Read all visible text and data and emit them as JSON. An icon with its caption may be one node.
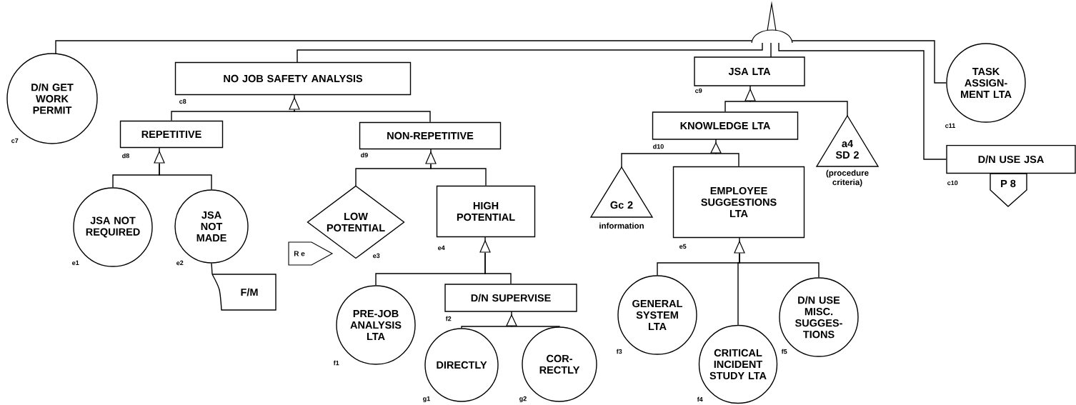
{
  "diagram": {
    "nodes": [
      {
        "text": [
          "D/N GET WORK PERMIT"
        ],
        "beside": [
          "c7"
        ]
      },
      {
        "text": [
          "NO JOB SAFETY ANALYSIS"
        ],
        "beside": [
          "c8"
        ]
      },
      {
        "text": [
          "JSA LTA"
        ],
        "beside": [
          "c9"
        ]
      },
      {
        "text": [
          "TASK ASSIGN- MENT LTA"
        ],
        "beside": [
          "c11"
        ]
      },
      {
        "text": [
          "REPETITIVE"
        ],
        "beside": [
          "d8"
        ]
      },
      {
        "text": [
          "NON-REPETITIVE"
        ],
        "beside": [
          "d9"
        ]
      },
      {
        "text": [
          "KNOWLEDGE LTA"
        ],
        "beside": [
          "d10"
        ]
      },
      {
        "text": [
          "a4 SD 2"
        ],
        "beside": [
          "(procedure criteria)"
        ]
      },
      {
        "text": [
          "D/N USE JSA"
        ],
        "beside": [
          "c10"
        ]
      },
      {
        "text": [
          "P 8"
        ]
      },
      {
        "text": [
          "JSA NOT REQUIRED"
        ],
        "beside": [
          "e1"
        ]
      },
      {
        "text": [
          "JSA NOT MADE"
        ],
        "beside": [
          "e2"
        ]
      },
      {
        "text": [
          "LOW POTENTIAL"
        ],
        "beside": [
          "e3"
        ]
      },
      {
        "text": [
          "HIGH POTENTIAL"
        ],
        "beside": [
          "e4"
        ]
      },
      {
        "text": [
          "Gc 2"
        ],
        "beside": [
          "information"
        ]
      },
      {
        "text": [
          "EMPLOYEE SUGGESTIONS LTA"
        ],
        "beside": [
          "e5"
        ]
      },
      {
        "text": [
          "R e"
        ]
      },
      {
        "text": [
          "F/M"
        ]
      },
      {
        "text": [
          "PRE-JOB ANALYSIS LTA"
        ],
        "beside": [
          "f1"
        ]
      },
      {
        "text": [
          "D/N SUPERVISE"
        ],
        "beside": [
          "f2"
        ]
      },
      {
        "text": [
          "GENERAL SYSTEM LTA"
        ],
        "beside": [
          "f3"
        ]
      },
      {
        "text": [
          "D/N USE MISC. SUGGES- TIONS"
        ],
        "beside": [
          "f5"
        ]
      },
      {
        "text": [
          "DIRECTLY"
        ],
        "beside": [
          "g1"
        ]
      },
      {
        "text": [
          "COR- RECTLY"
        ],
        "beside": [
          "g2"
        ]
      },
      {
        "text": [
          "CRITICAL INCIDENT STUDY LTA"
        ],
        "beside": [
          "f4"
        ]
      },
      {
        "text": [],
        "shape": "gate"
      },
      {
        "text": [],
        "shape": "gate"
      },
      {
        "text": [],
        "shape": "gate"
      },
      {
        "text": [],
        "shape": "gate"
      },
      {
        "text": [],
        "shape": "gate"
      },
      {
        "text": [],
        "shape": "gate"
      },
      {
        "text": [],
        "shape": "gate"
      },
      {
        "text": [],
        "shape": "gate"
      },
      {
        "text": [],
        "shape": "gate"
      }
    ],
    "edges": [
      {
        "from": 25,
        "to": 0,
        "arrow": "none"
      },
      {
        "from": 25,
        "to": 1,
        "arrow": "none"
      },
      {
        "from": 25,
        "to": 2,
        "arrow": "none"
      },
      {
        "from": 25,
        "to": 3,
        "arrow": "none"
      },
      {
        "from": 25,
        "to": 8,
        "arrow": "none"
      },
      {
        "from": 1,
        "to": 26,
        "arrow": "none"
      },
      {
        "from": 26,
        "to": 4,
        "arrow": "none"
      },
      {
        "from": 26,
        "to": 5,
        "arrow": "none"
      },
      {
        "from": 2,
        "to": 27,
        "arrow": "none"
      },
      {
        "from": 27,
        "to": 6,
        "arrow": "none"
      },
      {
        "from": 27,
        "to": 7,
        "arrow": "none"
      },
      {
        "from": 4,
        "to": 28,
        "arrow": "none"
      },
      {
        "from": 28,
        "to": 10,
        "arrow": "none"
      },
      {
        "from": 28,
        "to": 11,
        "arrow": "none"
      },
      {
        "from": 5,
        "to": 29,
        "arrow": "none"
      },
      {
        "from": 29,
        "to": 12,
        "arrow": "none"
      },
      {
        "from": 29,
        "to": 13,
        "arrow": "none"
      },
      {
        "from": 6,
        "to": 30,
        "arrow": "none"
      },
      {
        "from": 30,
        "to": 14,
        "arrow": "none"
      },
      {
        "from": 30,
        "to": 15,
        "arrow": "none"
      },
      {
        "from": 11,
        "to": 17,
        "arrow": "none"
      },
      {
        "from": 13,
        "to": 31,
        "arrow": "none"
      },
      {
        "from": 31,
        "to": 18,
        "arrow": "none"
      },
      {
        "from": 31,
        "to": 19,
        "arrow": "none"
      },
      {
        "from": 15,
        "to": 32,
        "arrow": "none"
      },
      {
        "from": 32,
        "to": 20,
        "arrow": "none"
      },
      {
        "from": 32,
        "to": 24,
        "arrow": "none"
      },
      {
        "from": 32,
        "to": 21,
        "arrow": "none"
      },
      {
        "from": 19,
        "to": 33,
        "arrow": "none"
      },
      {
        "from": 33,
        "to": 22,
        "arrow": "none"
      },
      {
        "from": 33,
        "to": 23,
        "arrow": "none"
      }
    ]
  }
}
